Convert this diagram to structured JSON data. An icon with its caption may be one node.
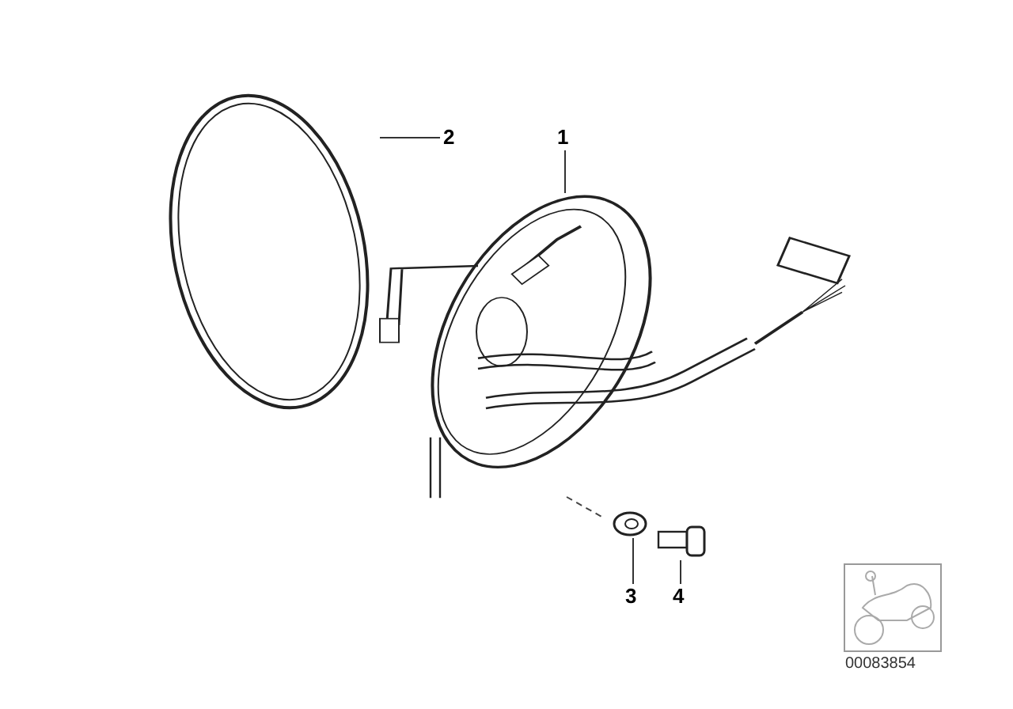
{
  "diagram": {
    "nodes": [
      {
        "text": [
          "2"
        ]
      },
      {
        "text": [],
        "shape": "picture"
      },
      {
        "text": [
          "1"
        ]
      },
      {
        "text": [],
        "shape": "picture"
      },
      {
        "text": [
          "3"
        ]
      },
      {
        "text": [],
        "shape": "picture"
      },
      {
        "text": [
          "4"
        ]
      },
      {
        "text": [],
        "shape": "picture"
      }
    ],
    "edges": [
      {
        "from": 0,
        "to": 1,
        "arrow": "none"
      },
      {
        "from": 2,
        "to": 3,
        "arrow": "none"
      },
      {
        "from": 4,
        "to": 5,
        "arrow": "none"
      },
      {
        "from": 6,
        "to": 7,
        "arrow": "none"
      }
    ],
    "labels": [
      "00083854"
    ]
  }
}
